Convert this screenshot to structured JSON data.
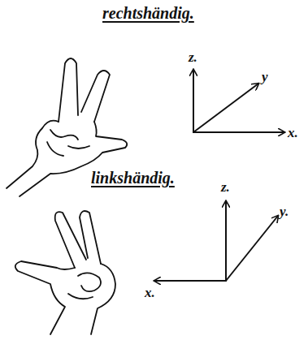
{
  "diagram": {
    "labels": [
      "rechtshändig.",
      "z.",
      "y",
      "x.",
      "linkshändig.",
      "z.",
      "y.",
      "x."
    ]
  }
}
